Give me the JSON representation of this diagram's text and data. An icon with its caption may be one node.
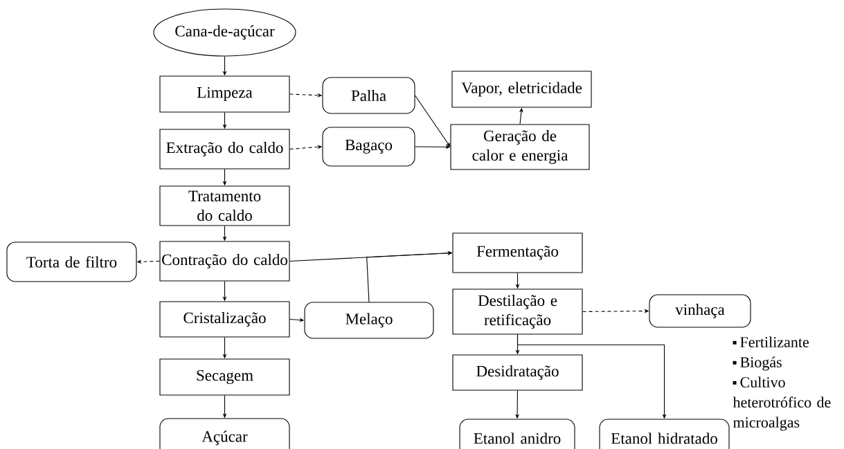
{
  "diagram": {
    "nodes": [
      {
        "text": [
          "Cana-de-açúcar"
        ]
      },
      {
        "text": [
          "Limpeza"
        ]
      },
      {
        "text": [
          "Palha"
        ]
      },
      {
        "text": [
          "Vapor, eletricidade"
        ]
      },
      {
        "text": [
          "Geração de calor e energia"
        ]
      },
      {
        "text": [
          "Extração do caldo"
        ]
      },
      {
        "text": [
          "Bagaço"
        ]
      },
      {
        "text": [
          "Tratamento do caldo"
        ]
      },
      {
        "text": [
          "Torta de filtro"
        ]
      },
      {
        "text": [
          "Contração do caldo"
        ]
      },
      {
        "text": [
          "Fermentação"
        ]
      },
      {
        "text": [
          "Cristalização"
        ]
      },
      {
        "text": [
          "Melaço"
        ]
      },
      {
        "text": [
          "Destilação e retificação"
        ]
      },
      {
        "text": [
          "vinhaça"
        ]
      },
      {
        "text": [
          "Desidratação"
        ]
      },
      {
        "text": [
          "Secagem"
        ]
      },
      {
        "text": [
          "Açúcar"
        ]
      },
      {
        "text": [
          "Etanol anidro"
        ]
      },
      {
        "text": [
          "Etanol hidratado"
        ]
      }
    ],
    "edges": [
      {
        "from": 0,
        "to": 1,
        "arrow": "to"
      },
      {
        "from": 1,
        "to": 2,
        "arrow": "to",
        "style": "dashed"
      },
      {
        "from": 1,
        "to": 5,
        "arrow": "to"
      },
      {
        "from": 5,
        "to": 6,
        "arrow": "to",
        "style": "dashed"
      },
      {
        "from": 2,
        "to": 4,
        "arrow": "to"
      },
      {
        "from": 6,
        "to": 4,
        "arrow": "to"
      },
      {
        "from": 4,
        "to": 3,
        "arrow": "to"
      },
      {
        "from": 5,
        "to": 7,
        "arrow": "to"
      },
      {
        "from": 7,
        "to": 9,
        "arrow": "to"
      },
      {
        "from": 9,
        "to": 8,
        "arrow": "to",
        "style": "dashed"
      },
      {
        "from": 9,
        "to": 10,
        "arrow": "to"
      },
      {
        "from": 12,
        "to": 10,
        "arrow": "to"
      },
      {
        "from": 9,
        "to": 11,
        "arrow": "to"
      },
      {
        "from": 11,
        "to": 12,
        "arrow": "to"
      },
      {
        "from": 11,
        "to": 16,
        "arrow": "to"
      },
      {
        "from": 16,
        "to": 17,
        "arrow": "to"
      },
      {
        "from": 10,
        "to": 13,
        "arrow": "to"
      },
      {
        "from": 13,
        "to": 14,
        "arrow": "to",
        "style": "dashed"
      },
      {
        "from": 13,
        "to": 15,
        "arrow": "to"
      },
      {
        "from": 13,
        "to": 19,
        "arrow": "to"
      },
      {
        "from": 15,
        "to": 18,
        "arrow": "to"
      }
    ],
    "labels": [
      "Fertilizante",
      "Biogás",
      "Cultivo heterotrófico de microalgas"
    ]
  }
}
